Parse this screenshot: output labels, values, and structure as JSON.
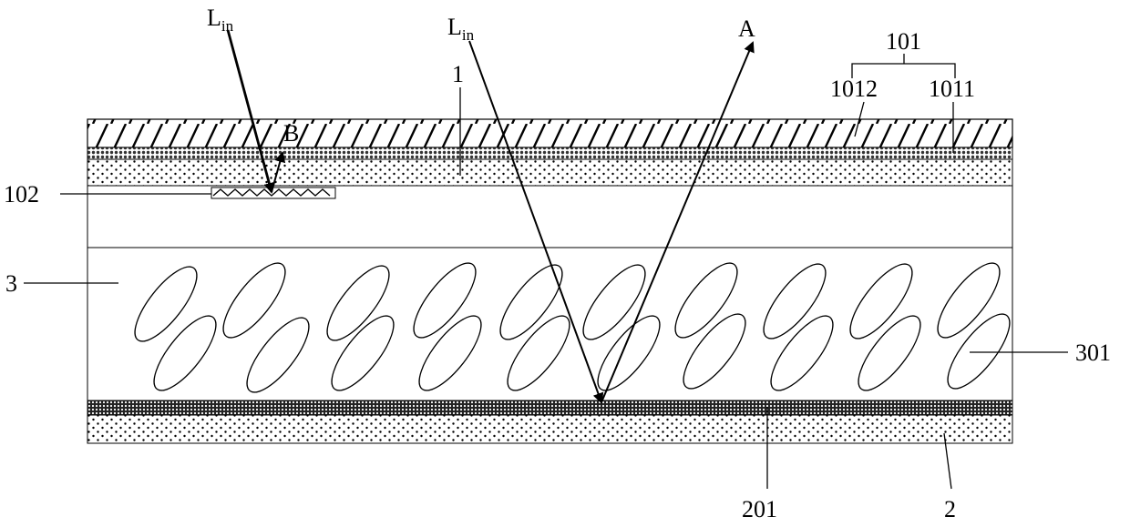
{
  "labels": {
    "lin_left": "L",
    "lin_left_sub": "in",
    "lin_center": "L",
    "lin_center_sub": "in",
    "ray_a": "A",
    "ray_b": "B",
    "substrate_1": "1",
    "layer_101": "101",
    "layer_1012": "1012",
    "layer_1011": "1011",
    "element_102": "102",
    "layer_3": "3",
    "particle_301": "301",
    "layer_201": "201",
    "substrate_2": "2"
  }
}
